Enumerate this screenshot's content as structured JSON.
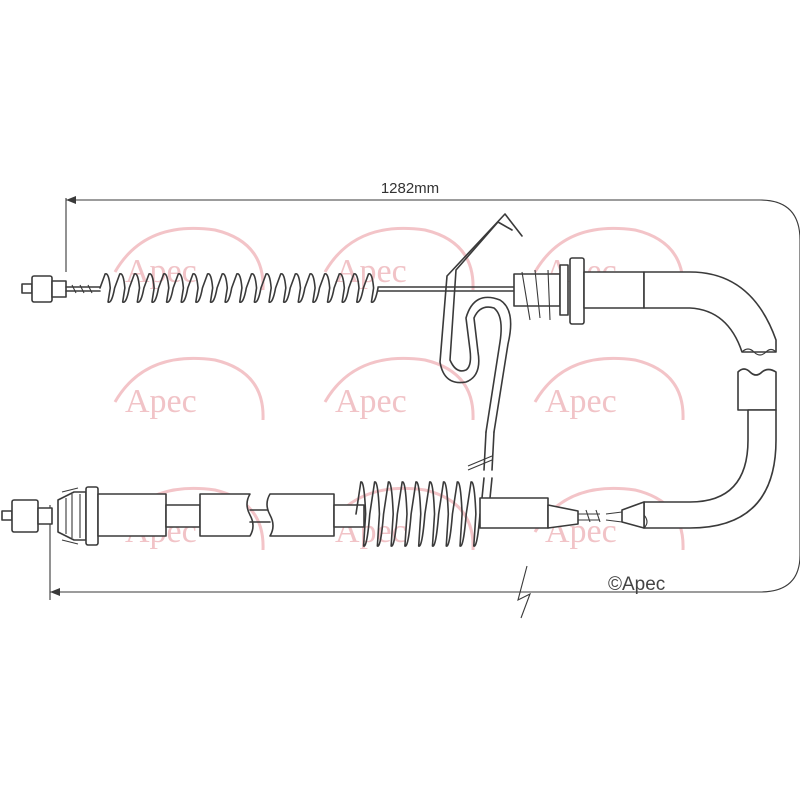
{
  "dimension_label": "1282mm",
  "copyright_label": "©Apec",
  "watermark_text": "Apec",
  "colors": {
    "line": "#3a3a3a",
    "watermark": "#f1c3c7",
    "background": "#ffffff"
  }
}
